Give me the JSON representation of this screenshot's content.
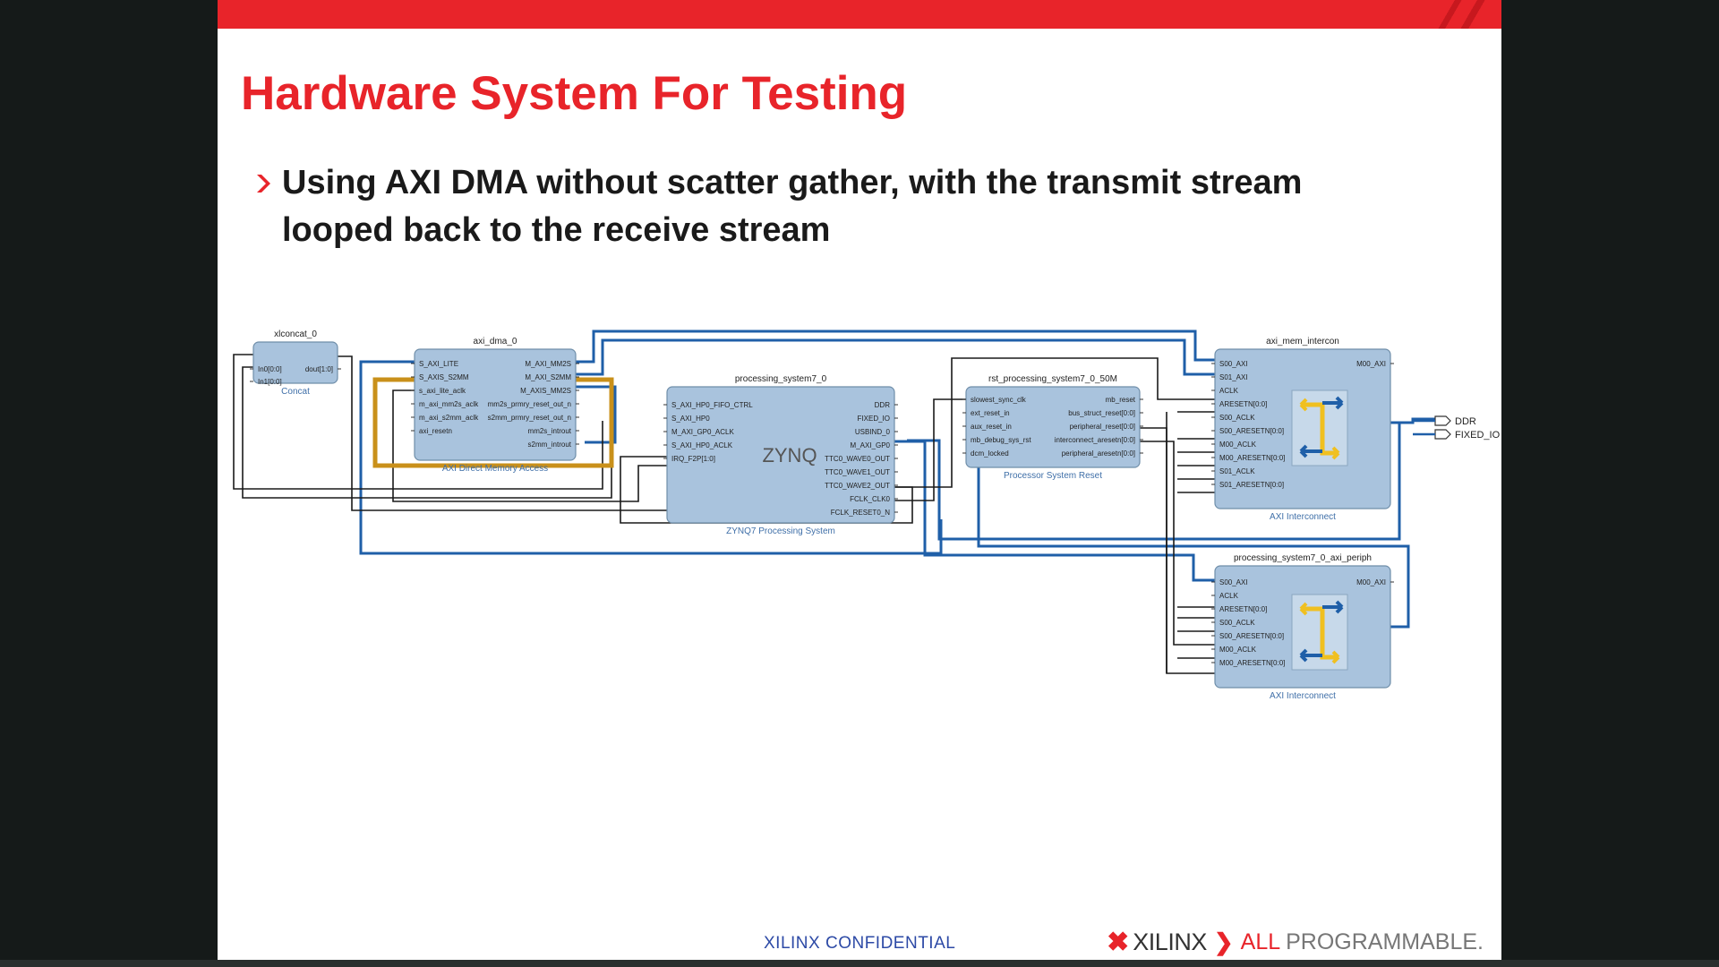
{
  "slide": {
    "title": "Hardware System For Testing",
    "bullet": "Using AXI DMA without scatter gather, with the transmit stream looped back to the receive stream",
    "footer": {
      "confidential": "XILINX CONFIDENTIAL",
      "company": "XILINX",
      "tagline_1": "ALL",
      "tagline_2": "PROGRAMMABLE."
    },
    "colors": {
      "brand_red": "#e8242a",
      "block_fill": "#a9c3dd",
      "net_blue": "#1f5fa8",
      "highlight": "#c9901a"
    }
  },
  "diagram": {
    "blocks": [
      {
        "id": "xlconcat",
        "name": "xlconcat_0",
        "caption": "Concat",
        "left_pins": [
          "In0[0:0]",
          "In1[0:0]"
        ],
        "right_pins": [
          "dout[1:0]"
        ]
      },
      {
        "id": "dma",
        "name": "axi_dma_0",
        "caption": "AXI Direct Memory Access",
        "left_pins": [
          "S_AXI_LITE",
          "S_AXIS_S2MM",
          "s_axi_lite_aclk",
          "m_axi_mm2s_aclk",
          "m_axi_s2mm_aclk",
          "axi_resetn"
        ],
        "right_pins": [
          "M_AXI_MM2S",
          "M_AXI_S2MM",
          "M_AXIS_MM2S",
          "mm2s_prmry_reset_out_n",
          "s2mm_prmry_reset_out_n",
          "mm2s_introut",
          "s2mm_introut"
        ]
      },
      {
        "id": "ps7",
        "name": "processing_system7_0",
        "caption": "ZYNQ7 Processing System",
        "logo": "ZYNQ",
        "left_pins": [
          "S_AXI_HP0_FIFO_CTRL",
          "S_AXI_HP0",
          "M_AXI_GP0_ACLK",
          "S_AXI_HP0_ACLK",
          "IRQ_F2P[1:0]"
        ],
        "right_pins": [
          "DDR",
          "FIXED_IO",
          "USBIND_0",
          "M_AXI_GP0",
          "TTC0_WAVE0_OUT",
          "TTC0_WAVE1_OUT",
          "TTC0_WAVE2_OUT",
          "FCLK_CLK0",
          "FCLK_RESET0_N"
        ]
      },
      {
        "id": "rst",
        "name": "rst_processing_system7_0_50M",
        "caption": "Processor System Reset",
        "left_pins": [
          "slowest_sync_clk",
          "ext_reset_in",
          "aux_reset_in",
          "mb_debug_sys_rst",
          "dcm_locked"
        ],
        "right_pins": [
          "mb_reset",
          "bus_struct_reset[0:0]",
          "peripheral_reset[0:0]",
          "interconnect_aresetn[0:0]",
          "peripheral_aresetn[0:0]"
        ]
      },
      {
        "id": "memic",
        "name": "axi_mem_intercon",
        "caption": "AXI Interconnect",
        "left_pins": [
          "S00_AXI",
          "S01_AXI",
          "ACLK",
          "ARESETN[0:0]",
          "S00_ACLK",
          "S00_ARESETN[0:0]",
          "M00_ACLK",
          "M00_ARESETN[0:0]",
          "S01_ACLK",
          "S01_ARESETN[0:0]"
        ],
        "right_pins": [
          "M00_AXI"
        ]
      },
      {
        "id": "periph",
        "name": "processing_system7_0_axi_periph",
        "caption": "AXI Interconnect",
        "left_pins": [
          "S00_AXI",
          "ACLK",
          "ARESETN[0:0]",
          "S00_ACLK",
          "S00_ARESETN[0:0]",
          "M00_ACLK",
          "M00_ARESETN[0:0]"
        ],
        "right_pins": [
          "M00_AXI"
        ]
      }
    ],
    "ports": [
      "DDR",
      "FIXED_IO"
    ]
  }
}
